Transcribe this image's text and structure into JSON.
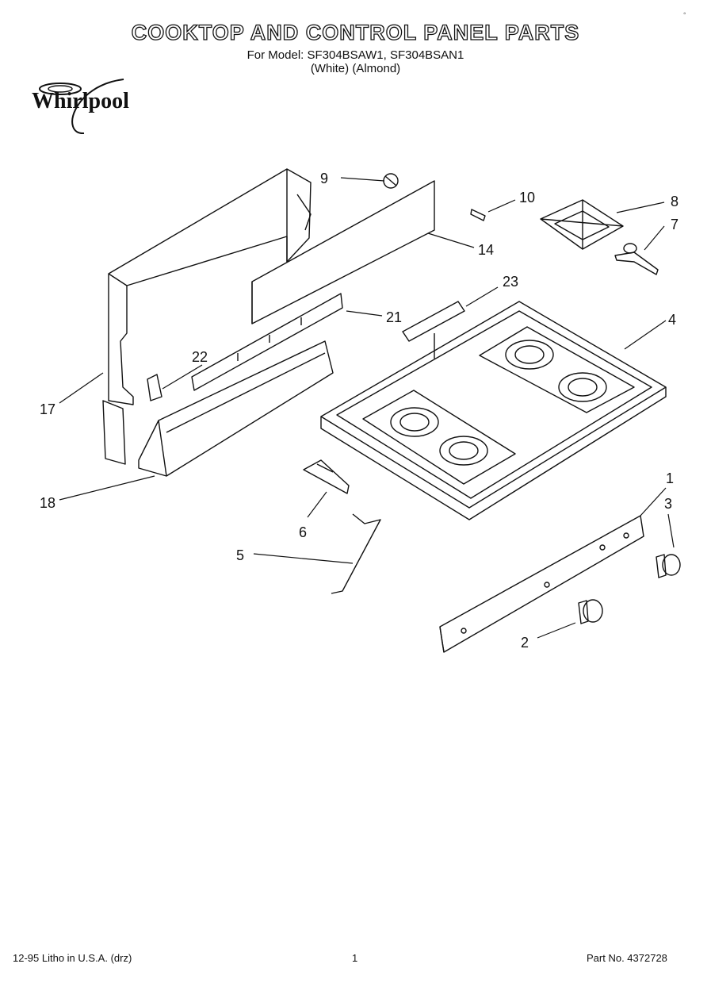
{
  "header": {
    "title": "COOKTOP AND CONTROL PANEL PARTS",
    "model_line": "For Model: SF304BSAW1, SF304BSAN1",
    "color_line": "(White)   (Almond)"
  },
  "brand": {
    "logo_text": "Whirlpool"
  },
  "callouts": [
    "9",
    "10",
    "8",
    "7",
    "14",
    "23",
    "21",
    "4",
    "22",
    "17",
    "18",
    "6",
    "1",
    "3",
    "5",
    "2"
  ],
  "footer": {
    "left": "12-95 Litho in U.S.A. (drz)",
    "center": "1",
    "right": "Part No. 4372728"
  }
}
